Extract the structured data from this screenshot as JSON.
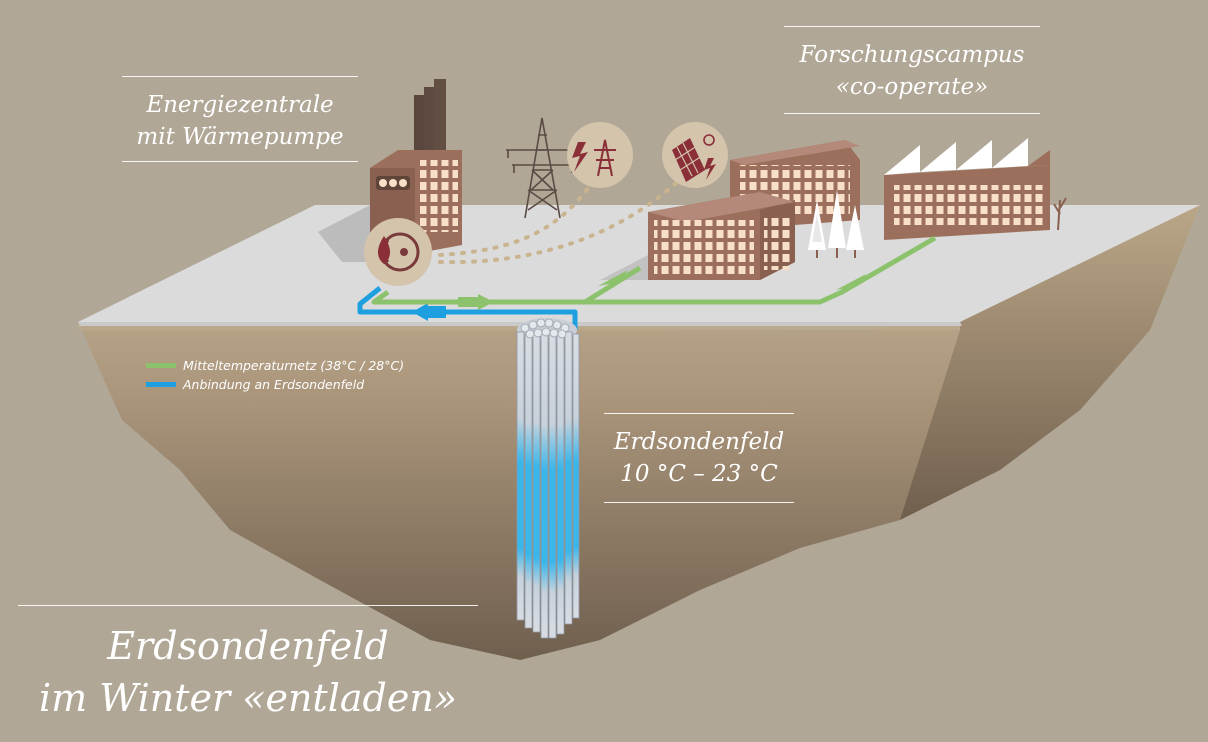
{
  "labels": {
    "energiezentrale": "Energiezentrale\nmit Wärmepumpe",
    "forschungscampus": "Forschungscampus\n«co-operate»",
    "erdsondenfeld": "Erdsondenfeld\n10 °C – 23 °C",
    "main_title": "Erdsondenfeld\nim Winter «entladen»"
  },
  "legend": [
    {
      "text": "Mitteltemperaturnetz (38°C / 28°C)",
      "color": "#8dc26d"
    },
    {
      "text": "Anbindung an Erdsondenfeld",
      "color": "#1ea0e0"
    }
  ],
  "colors": {
    "background": "#b0a796",
    "platform_top": "#dbdbdb",
    "soil": "#8f7f68",
    "building": "#9c6f5c",
    "window": "#f8e0c8",
    "icon_bubble": "#d3c4ab",
    "warm_net": "#8dc26d",
    "ground_link": "#1ea0e0"
  },
  "icons": [
    "heat-pump-icon",
    "power-grid-icon",
    "solar-panel-icon",
    "transmission-tower",
    "chimney",
    "trees"
  ]
}
